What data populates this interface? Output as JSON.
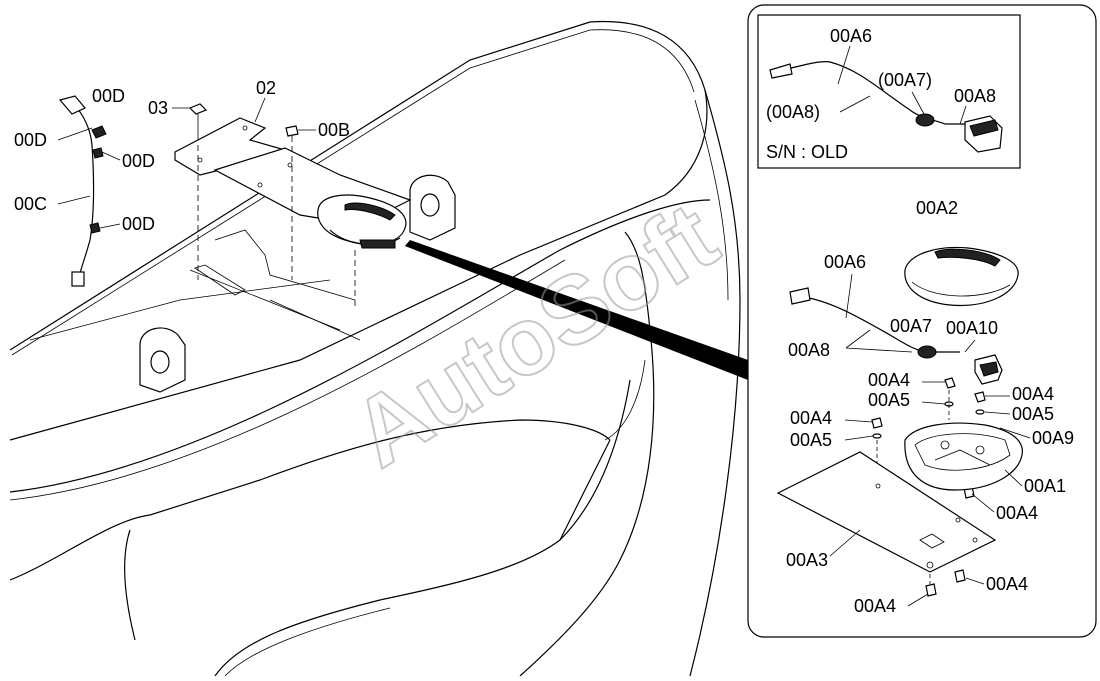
{
  "diagram": {
    "main_labels": {
      "p02": "02",
      "p03": "03",
      "p00B": "00B",
      "p00C": "00C",
      "p00D_a": "00D",
      "p00D_b": "00D",
      "p00D_c": "00D",
      "p00D_d": "00D"
    },
    "inset_old": {
      "a6": "00A6",
      "a7": "(00A7)",
      "a8_left": "(00A8)",
      "a8_right": "00A8",
      "sn": "S/N : OLD"
    },
    "inset_detail": {
      "a2": "00A2",
      "a6": "00A6",
      "a7": "00A7",
      "a10": "00A10",
      "a8": "00A8",
      "a4_1": "00A4",
      "a5_1": "00A5",
      "a4_2": "00A4",
      "a5_2": "00A5",
      "a4_3": "00A4",
      "a5_3": "00A5",
      "a9": "00A9",
      "a1": "00A1",
      "a4_4": "00A4",
      "a3": "00A3",
      "a4_5": "00A4",
      "a4_6": "00A4"
    },
    "watermark": "AutoSoft"
  }
}
